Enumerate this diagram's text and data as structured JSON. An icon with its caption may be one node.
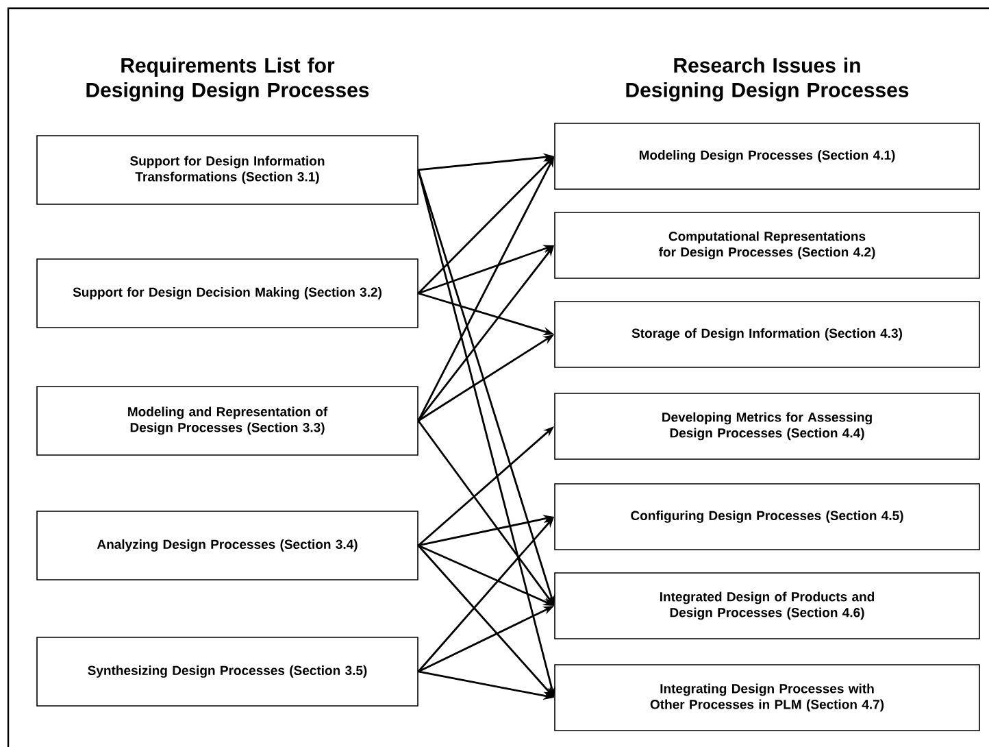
{
  "diagram": {
    "nodes": [
      {
        "text": [
          "Support for Design Information Transformations (Section 3.1)"
        ]
      },
      {
        "text": [
          "Support for Design Decision Making (Section 3.2)"
        ]
      },
      {
        "text": [
          "Modeling and Representation of Design Processes (Section 3.3)"
        ]
      },
      {
        "text": [
          "Analyzing Design Processes (Section 3.4)"
        ]
      },
      {
        "text": [
          "Synthesizing Design Processes (Section 3.5)"
        ]
      },
      {
        "text": [
          "Modeling Design Processes (Section 4.1)"
        ]
      },
      {
        "text": [
          "Computational Representations for Design Processes (Section 4.2)"
        ]
      },
      {
        "text": [
          "Storage of Design Information (Section 4.3)"
        ]
      },
      {
        "text": [
          "Developing Metrics for Assessing Design Processes (Section 4.4)"
        ]
      },
      {
        "text": [
          "Configuring Design Processes (Section 4.5)"
        ]
      },
      {
        "text": [
          "Integrated Design of Products and Design Processes (Section 4.6)"
        ]
      },
      {
        "text": [
          "Integrating Design Processes with Other Processes in PLM (Section 4.7)"
        ]
      }
    ],
    "edges": [
      {
        "from": 0,
        "to": 5,
        "arrow": "to"
      },
      {
        "from": 0,
        "to": 10,
        "arrow": "to"
      },
      {
        "from": 0,
        "to": 11,
        "arrow": "to"
      },
      {
        "from": 1,
        "to": 5,
        "arrow": "to"
      },
      {
        "from": 1,
        "to": 6,
        "arrow": "to"
      },
      {
        "from": 1,
        "to": 7,
        "arrow": "to"
      },
      {
        "from": 2,
        "to": 5,
        "arrow": "to"
      },
      {
        "from": 2,
        "to": 6,
        "arrow": "to"
      },
      {
        "from": 2,
        "to": 7,
        "arrow": "to"
      },
      {
        "from": 2,
        "to": 10,
        "arrow": "to"
      },
      {
        "from": 3,
        "to": 8,
        "arrow": "to"
      },
      {
        "from": 3,
        "to": 9,
        "arrow": "to"
      },
      {
        "from": 3,
        "to": 10,
        "arrow": "to"
      },
      {
        "from": 3,
        "to": 11,
        "arrow": "to"
      },
      {
        "from": 4,
        "to": 9,
        "arrow": "to"
      },
      {
        "from": 4,
        "to": 10,
        "arrow": "to"
      },
      {
        "from": 4,
        "to": 11,
        "arrow": "to"
      }
    ],
    "labels": [
      "Requirements List for Designing Design Processes",
      "Research Issues in Designing Design Processes"
    ]
  }
}
